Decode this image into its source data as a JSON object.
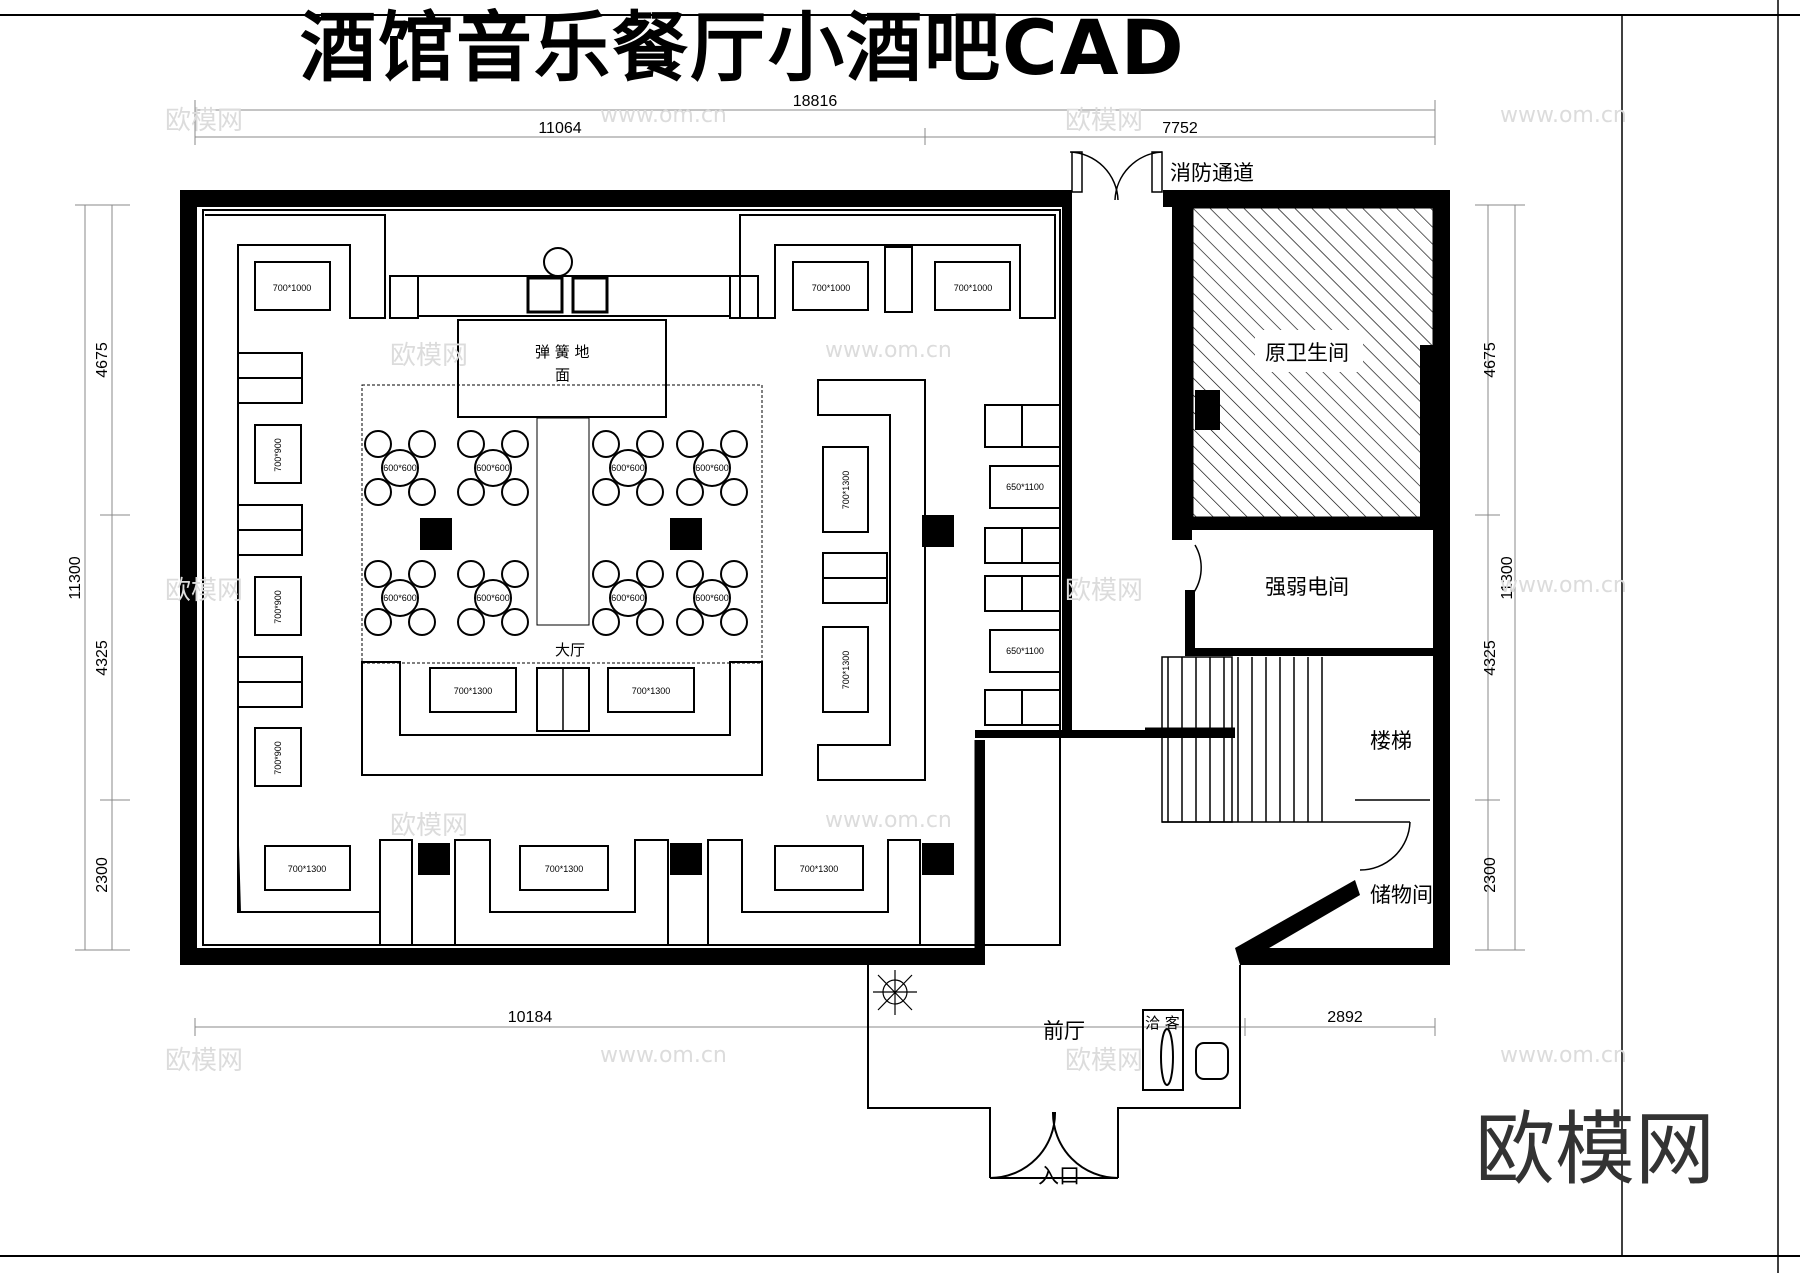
{
  "title": "酒馆音乐餐厅小酒吧CAD",
  "brand": "欧模网",
  "watermark": {
    "logo": "欧模网",
    "url": "www.om.cn"
  },
  "dimensions": {
    "top_total": "18816",
    "top_left": "11064",
    "top_right": "7752",
    "bottom_left": "10184",
    "bottom_right": "2892",
    "side_total": "11300",
    "side_top": "4675",
    "side_mid": "4325",
    "side_bottom": "2300"
  },
  "rooms": {
    "fire_exit": "消防通道",
    "restroom": "原卫生间",
    "electrical": "强弱电间",
    "stairs": "楼梯",
    "storage": "储物间",
    "foyer": "前厅",
    "entrance": "入口",
    "hall": "大厅",
    "spring_floor_1": "弹 簧 地",
    "spring_floor_2": "面",
    "reception": "洽 客"
  },
  "table_sizes": {
    "t700x1000": "700*1000",
    "t700x900": "700*900",
    "t600x600": "600*600",
    "t700x1300": "700*1300",
    "t650x1100": "650*1100"
  }
}
